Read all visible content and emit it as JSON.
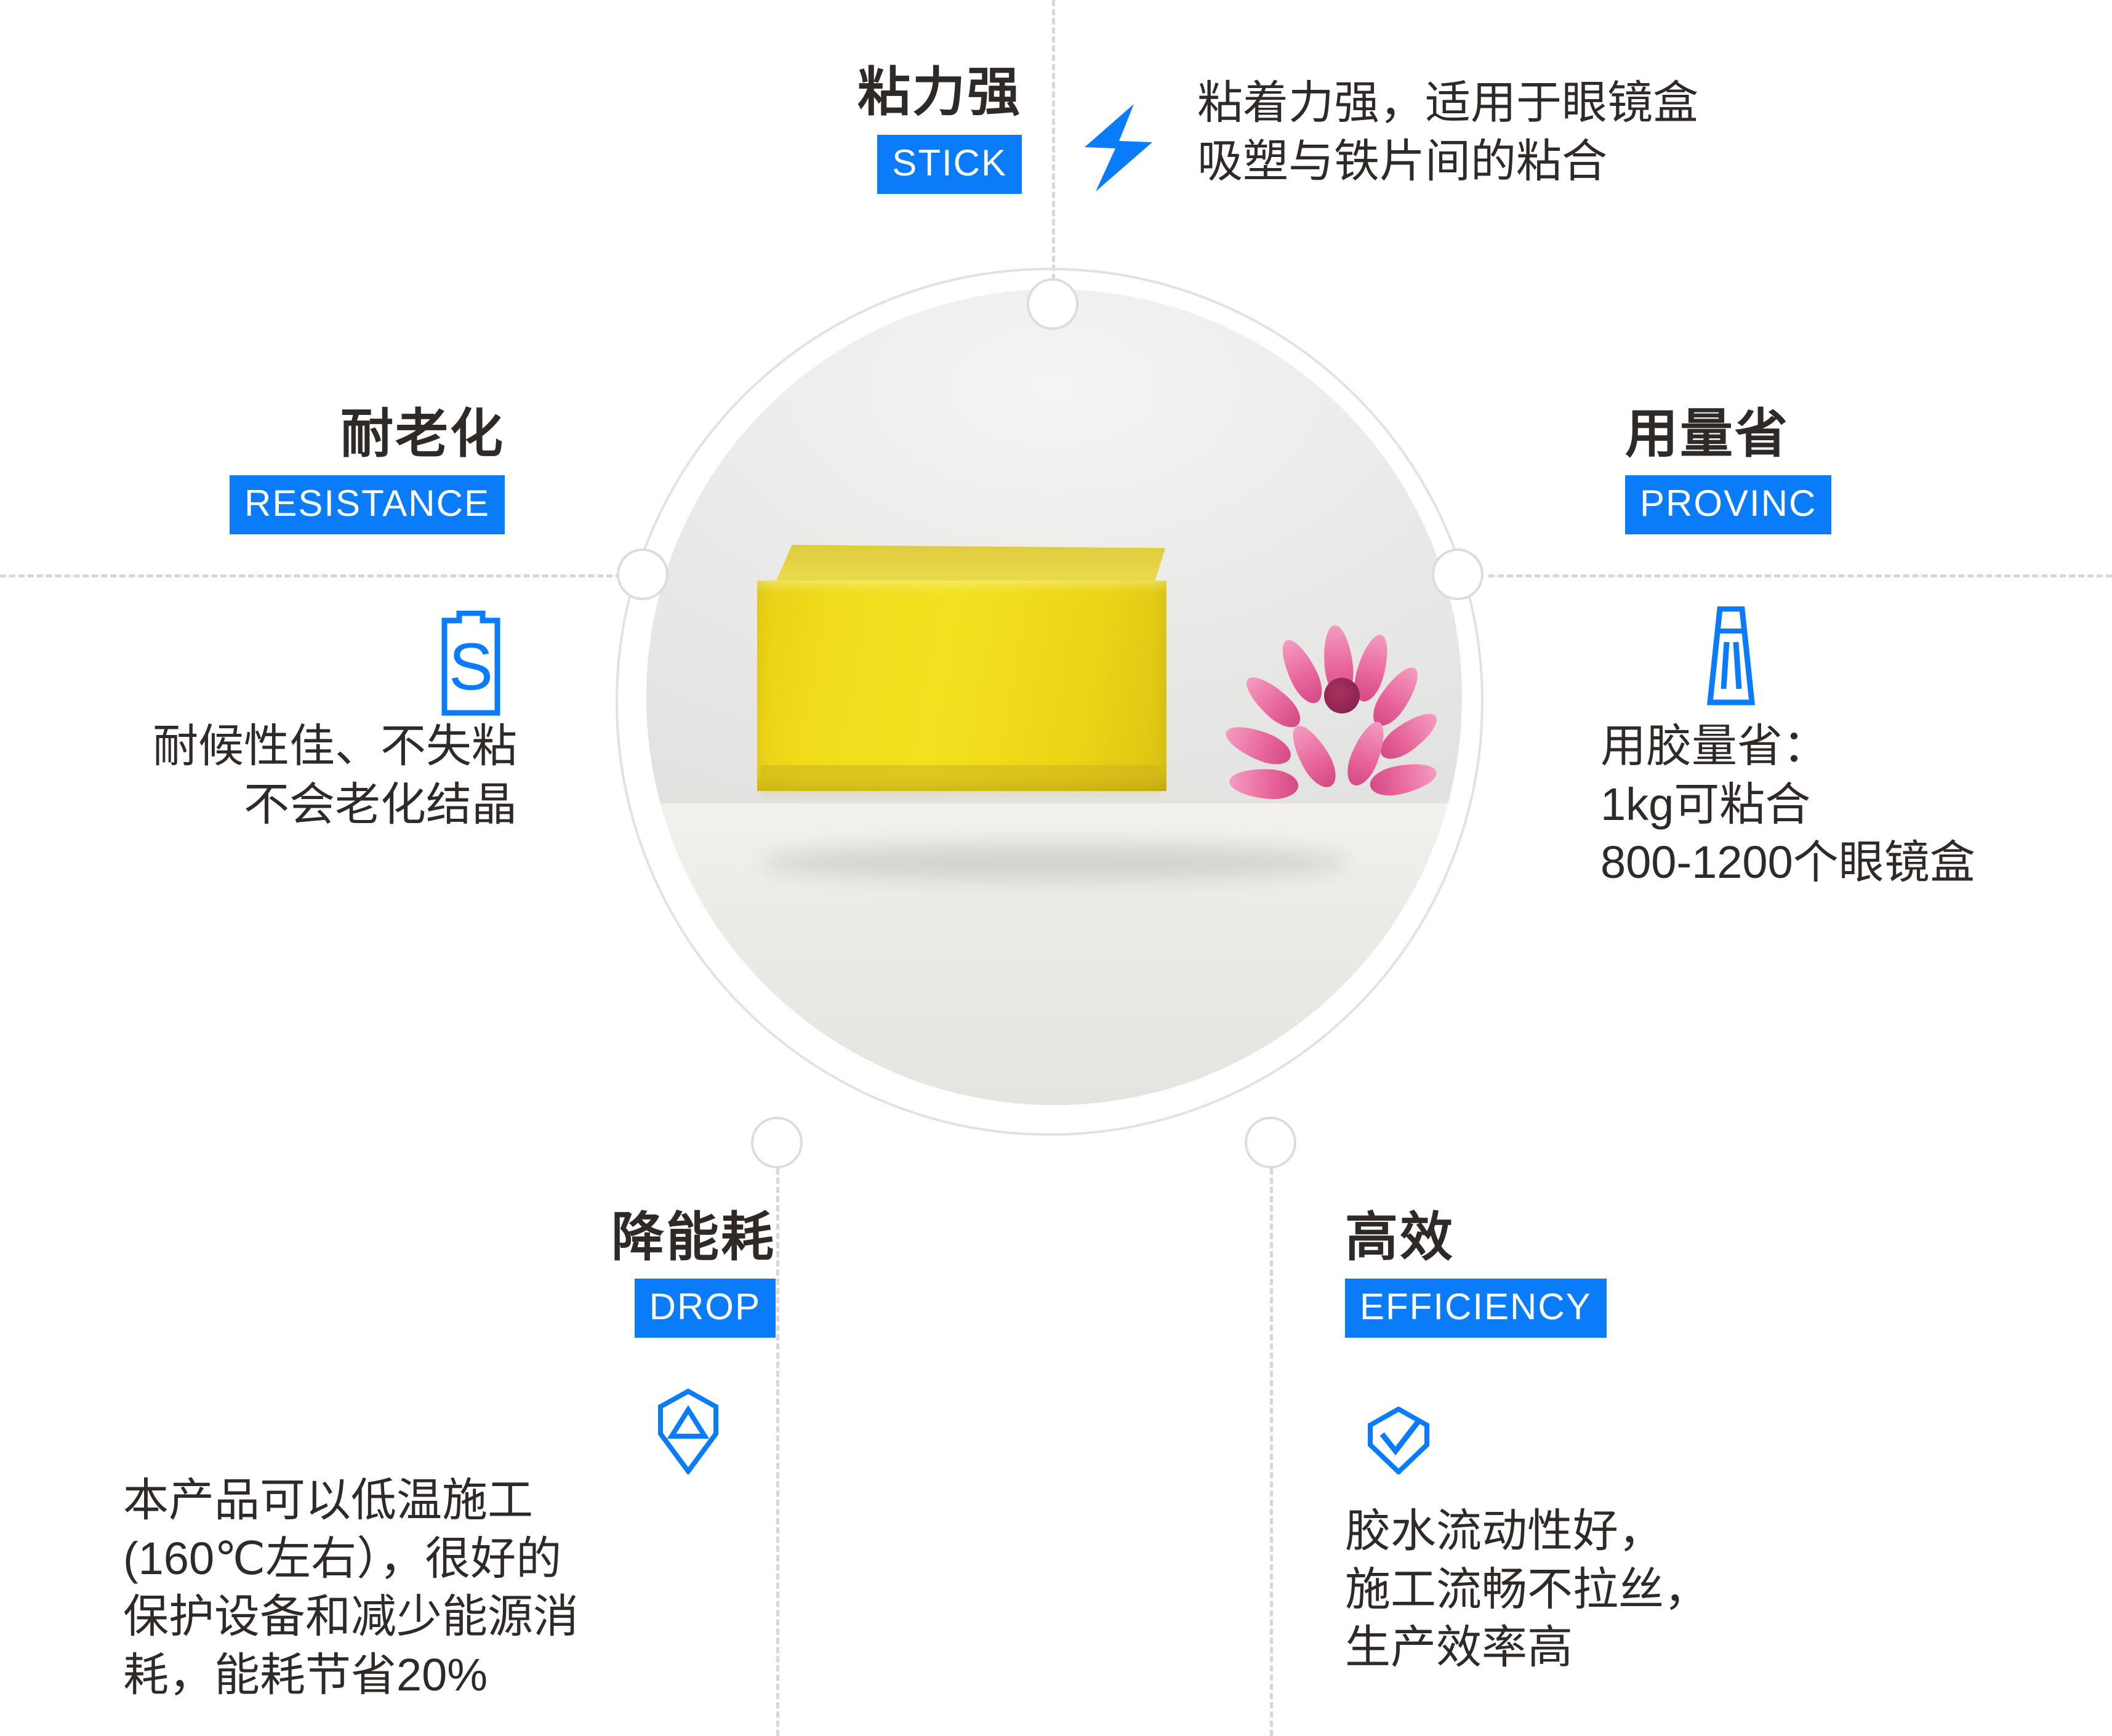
{
  "theme": {
    "accent_blue": "#0a7cfa",
    "text_dark": "#2f2a27",
    "line_gray": "#d7d7d7",
    "ring_gray": "#e2e2e2"
  },
  "product_image": {
    "subject": "yellow hot-melt adhesive block",
    "accent_object": "pink chrysanthemum flower"
  },
  "features": [
    {
      "id": "stick",
      "title": "粘力强",
      "tag": "STICK",
      "icon": "lightning-bolt-icon",
      "desc": "粘着力强，适用于眼镜盒\n吸塑与铁片间的粘合"
    },
    {
      "id": "resistance",
      "title": "耐老化",
      "tag": "RESISTANCE",
      "icon": "battery-s-label-icon",
      "desc": "耐候性佳、不失粘\n不会老化结晶"
    },
    {
      "id": "provinc",
      "title": "用量省",
      "tag": "PROVINC",
      "icon": "glue-tube-icon",
      "desc": "用胶量省：\n1kg可粘合\n800-1200个眼镜盒"
    },
    {
      "id": "drop",
      "title": "降能耗",
      "tag": "DROP",
      "icon": "down-hexagon-triangle-icon",
      "desc": "本产品可以低温施工\n(160℃左右），很好的\n保护设备和减少能源消\n耗，能耗节省20%"
    },
    {
      "id": "efficiency",
      "title": "高效",
      "tag": "EFFICIENCY",
      "icon": "shield-check-icon",
      "desc": "胶水流动性好，\n施工流畅不拉丝，\n生产效率高"
    }
  ]
}
